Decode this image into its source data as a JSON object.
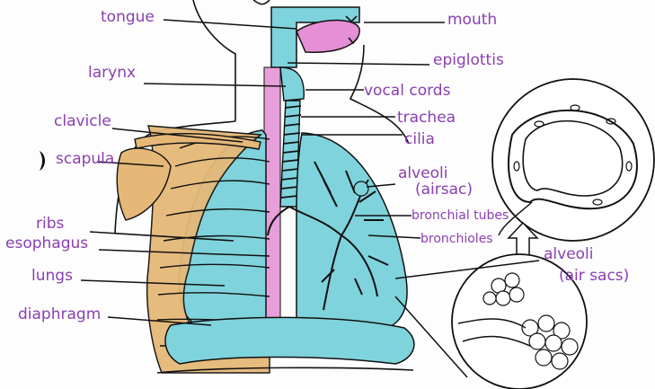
{
  "labels": {
    "tongue": "tongue",
    "mouth": "mouth",
    "epiglottis": "epiglottis",
    "larynx": "larynx",
    "vocal_cords": "vocal cords",
    "trachea": "trachea",
    "clavicle": "clavicle",
    "cilia": "cilia",
    "scapula": "scapula",
    "alveoli_1": "alveoli",
    "airsac": "(airsac)",
    "ribs": "ribs",
    "bronchial_tubes": "bronchial tubes",
    "esophagus": "esophagus",
    "bronchioles": "bronchioles",
    "alveoli_2": "alveoli",
    "air_sacs": "(air sacs)",
    "lungs": "lungs",
    "diaphragm": "diaphragm"
  },
  "colors": {
    "label_ink": "#8a3fb0",
    "lung_fill": "#7fd3dc",
    "bone_fill": "#e5b878",
    "mouth_fill": "#e48fd6",
    "outline": "#111111"
  }
}
